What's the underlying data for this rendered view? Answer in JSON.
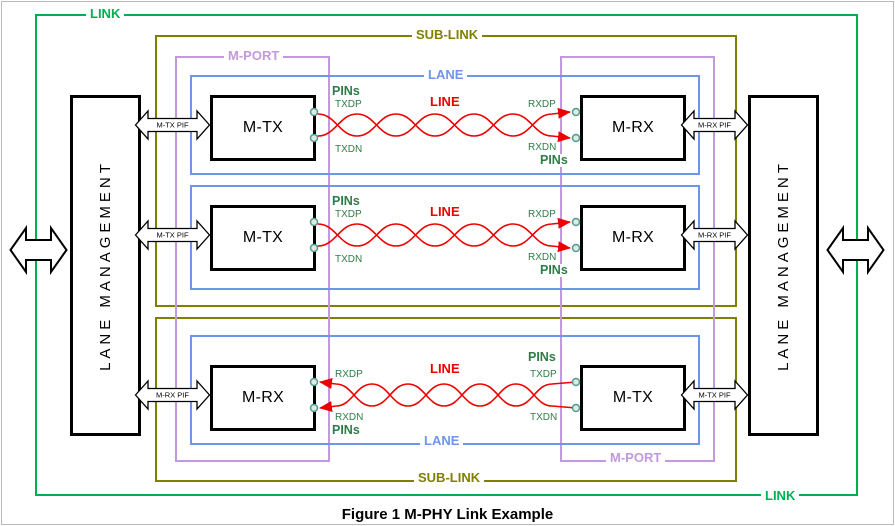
{
  "colors": {
    "link_green": "#00B050",
    "sublink_olive": "#808000",
    "mport_purple": "#C299DC",
    "lane_blue": "#6E96E6",
    "line_red": "#EE0000",
    "pins_green": "#2E7D46",
    "box_black": "#000000"
  },
  "link": {
    "label": "LINK"
  },
  "sublink": {
    "label": "SUB-LINK"
  },
  "mport": {
    "label": "M-PORT"
  },
  "lane": {
    "label": "LANE"
  },
  "lane_management": {
    "label": "LANE MANAGEMENT"
  },
  "lanes": [
    {
      "id": "lane-1",
      "lane_label": "LANE",
      "line": "LINE",
      "direction": "left-to-right",
      "left": {
        "module": "M-TX",
        "pif": "M-TX PIF",
        "pins": "PINs",
        "pin_top": "TXDP",
        "pin_bottom": "TXDN"
      },
      "right": {
        "module": "M-RX",
        "pif": "M-RX PIF",
        "pins": "PINs",
        "pin_top": "RXDP",
        "pin_bottom": "RXDN"
      }
    },
    {
      "id": "lane-2",
      "lane_label": "LANE",
      "line": "LINE",
      "direction": "left-to-right",
      "left": {
        "module": "M-TX",
        "pif": "M-TX PIF",
        "pins": "PINs",
        "pin_top": "TXDP",
        "pin_bottom": "TXDN"
      },
      "right": {
        "module": "M-RX",
        "pif": "M-RX PIF",
        "pins": "PINs",
        "pin_top": "RXDP",
        "pin_bottom": "RXDN"
      }
    },
    {
      "id": "lane-3",
      "lane_label": "LANE",
      "line": "LINE",
      "direction": "right-to-left",
      "left": {
        "module": "M-RX",
        "pif": "M-RX PIF",
        "pins": "PINs",
        "pin_top": "RXDP",
        "pin_bottom": "RXDN"
      },
      "right": {
        "module": "M-TX",
        "pif": "M-TX PIF",
        "pins": "PINs",
        "pin_top": "TXDP",
        "pin_bottom": "TXDN"
      }
    }
  ],
  "caption": "Figure 1 M-PHY Link Example"
}
